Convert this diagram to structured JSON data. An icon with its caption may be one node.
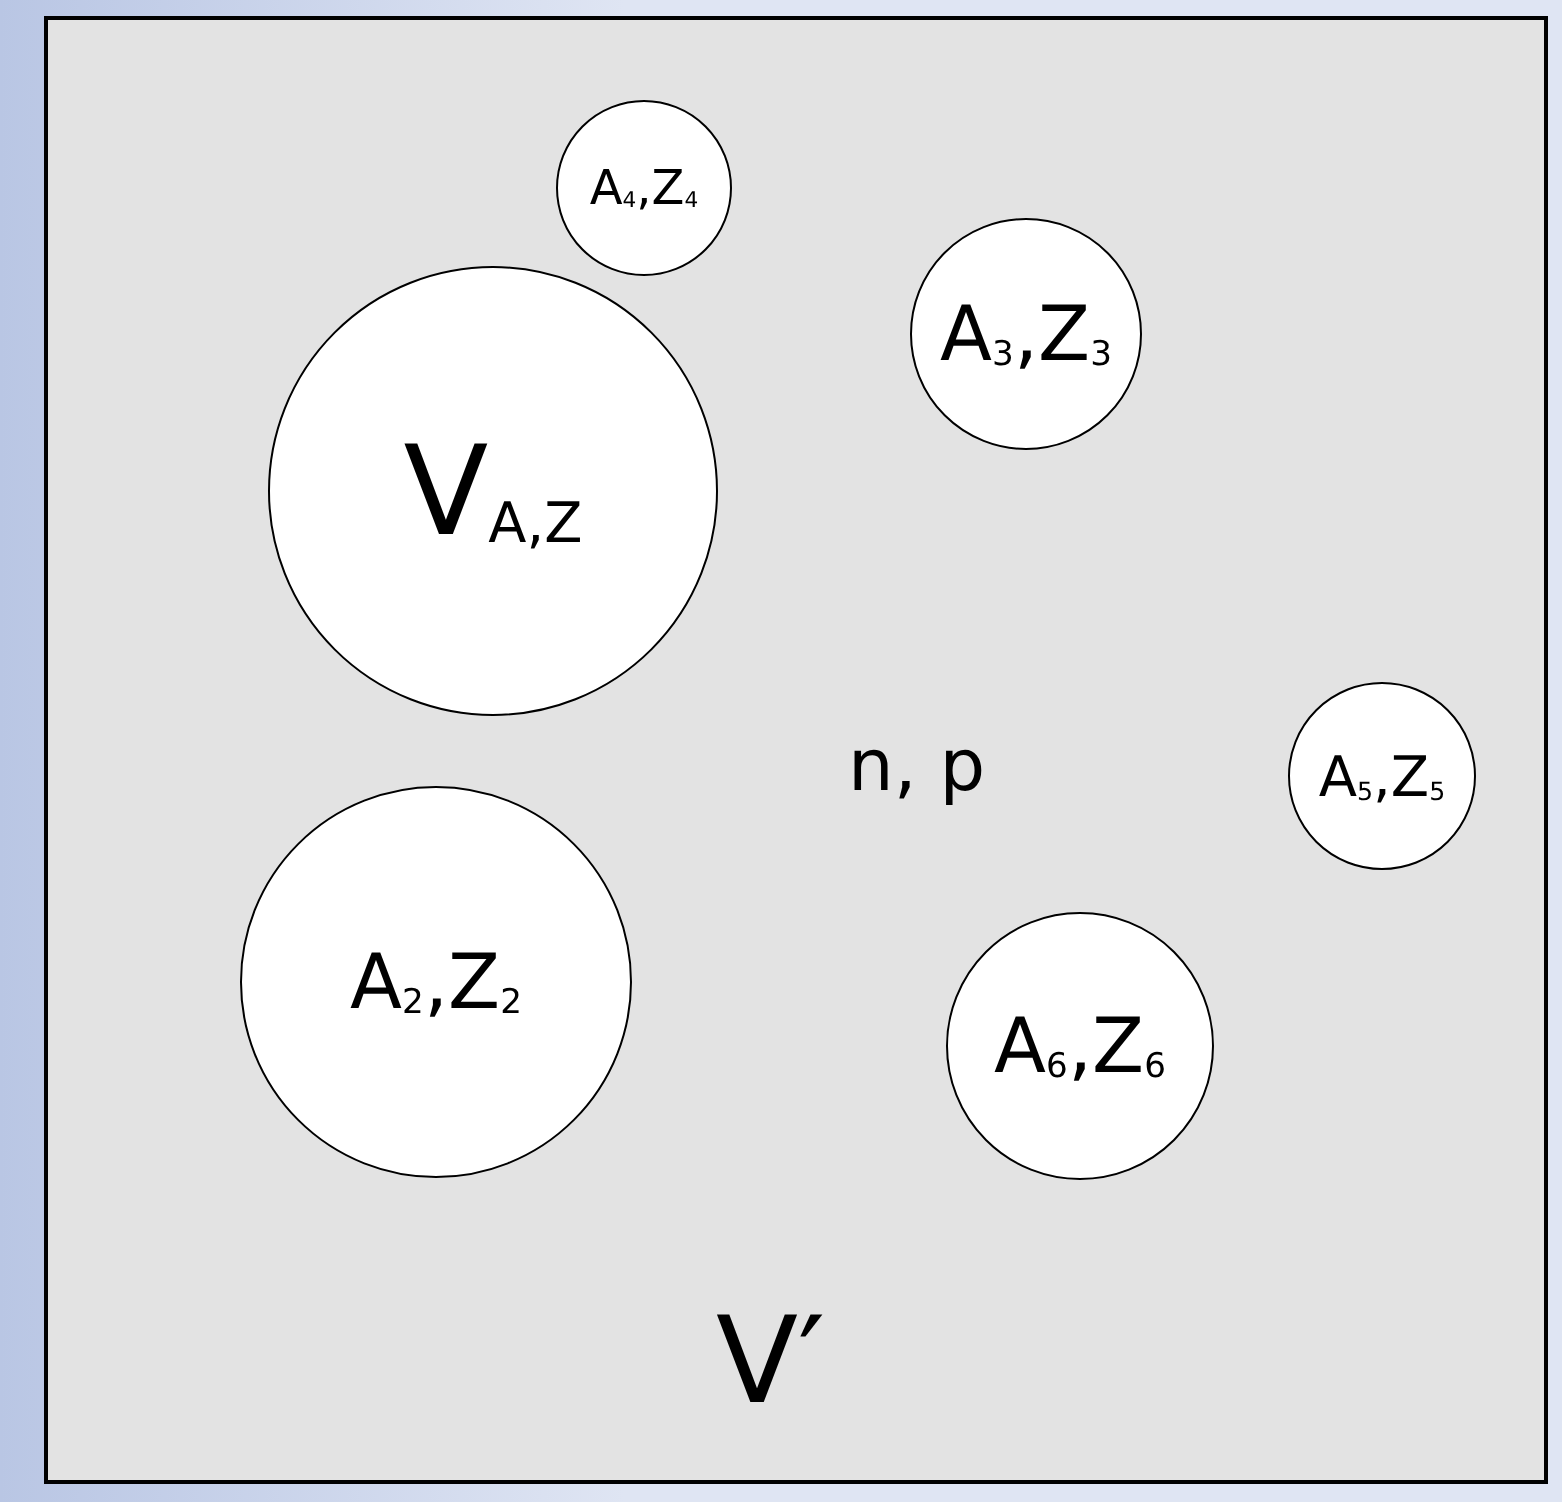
{
  "diagram": {
    "nodes": [
      {
        "text": [
          "V′"
        ]
      },
      {
        "text": [
          "A$_{4}$,Z$_{4}$"
        ],
        "in": 0
      },
      {
        "text": [
          "A$_{3}$,Z$_{3}$"
        ],
        "in": 0
      },
      {
        "text": [
          "V$_{A,Z}$"
        ],
        "in": 0
      },
      {
        "text": [
          "A$_{5}$,Z$_{5}$"
        ],
        "in": 0
      },
      {
        "text": [
          "A$_{2}$,Z$_{2}$"
        ],
        "in": 0
      },
      {
        "text": [
          "A$_{6}$,Z$_{6}$"
        ],
        "in": 0
      }
    ],
    "edges": [],
    "labels": [
      "n, p"
    ]
  }
}
